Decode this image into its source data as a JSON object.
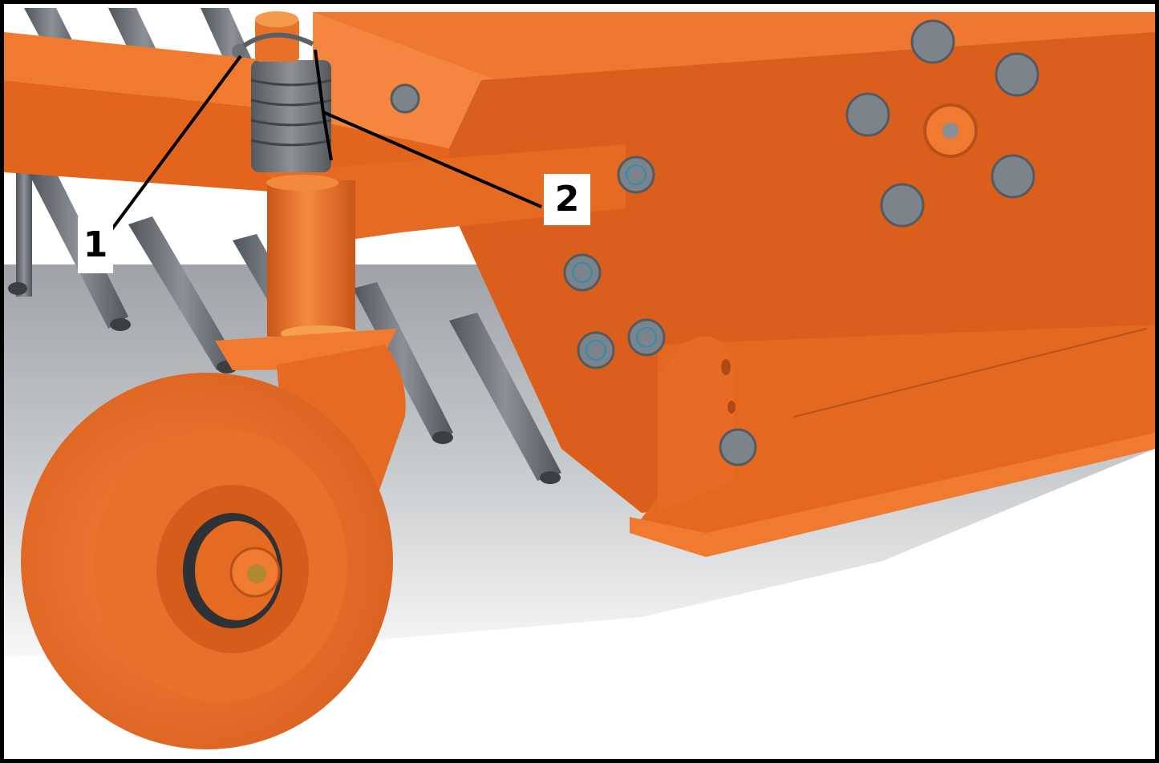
{
  "callouts": [
    {
      "id": "1",
      "label": "1"
    },
    {
      "id": "2",
      "label": "2"
    }
  ],
  "colors": {
    "frame_orange": "#E0651E",
    "frame_orange_light": "#F07A30",
    "frame_orange_dark": "#B8501A",
    "tine_gray": "#6F757B",
    "bolt_gray": "#8A8F94",
    "ground_gray": "#B7BBBF",
    "border": "#000000"
  }
}
